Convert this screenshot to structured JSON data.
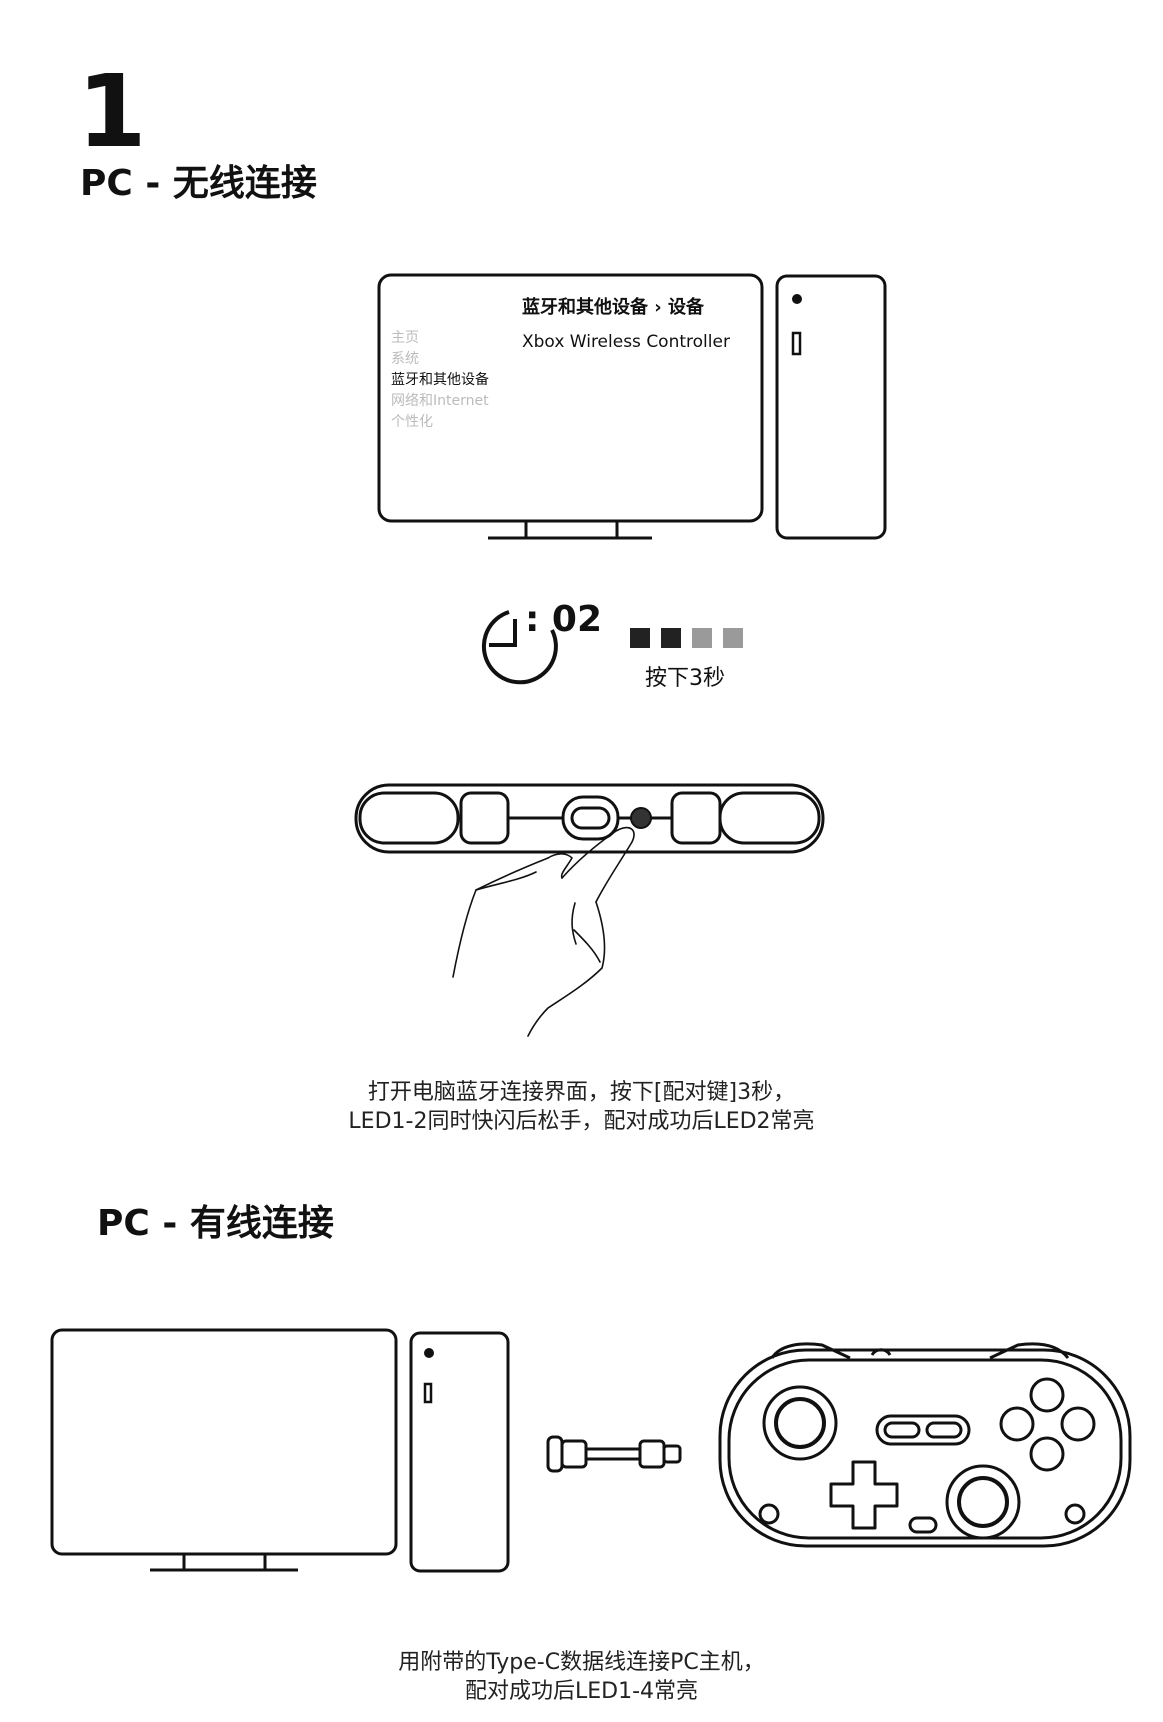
{
  "step": {
    "number": "1"
  },
  "wireless": {
    "title": "PC - 无线连接",
    "screen": {
      "title": "蓝牙和其他设备 › 设备",
      "device": "Xbox Wireless Controller",
      "menu": [
        {
          "label": "主页",
          "active": false
        },
        {
          "label": "系统",
          "active": false
        },
        {
          "label": "蓝牙和其他设备",
          "active": true
        },
        {
          "label": "网络和Internet",
          "active": false
        },
        {
          "label": "个性化",
          "active": false
        }
      ]
    },
    "timer": {
      "value": ": 02",
      "leds": [
        {
          "state": "on",
          "color": "#222222"
        },
        {
          "state": "on",
          "color": "#222222"
        },
        {
          "state": "off",
          "color": "#9a9a9a"
        },
        {
          "state": "off",
          "color": "#9a9a9a"
        }
      ],
      "hold_label": "按下3秒"
    },
    "caption": {
      "line1": "打开电脑蓝牙连接界面，按下[配对键]3秒，",
      "line2": "LED1-2同时快闪后松手，配对成功后LED2常亮"
    }
  },
  "wired": {
    "title": "PC - 有线连接",
    "caption": {
      "line1": "用附带的Type-C数据线连接PC主机，",
      "line2": "配对成功后LED1-4常亮"
    }
  },
  "icons": {
    "monitor": "monitor-icon",
    "pc_tower": "pc-tower-icon",
    "timer": "timer-icon",
    "controller_top": "controller-top-view-icon",
    "hand": "hand-pressing-icon",
    "cable": "type-c-cable-icon",
    "gamepad": "gamepad-icon"
  }
}
